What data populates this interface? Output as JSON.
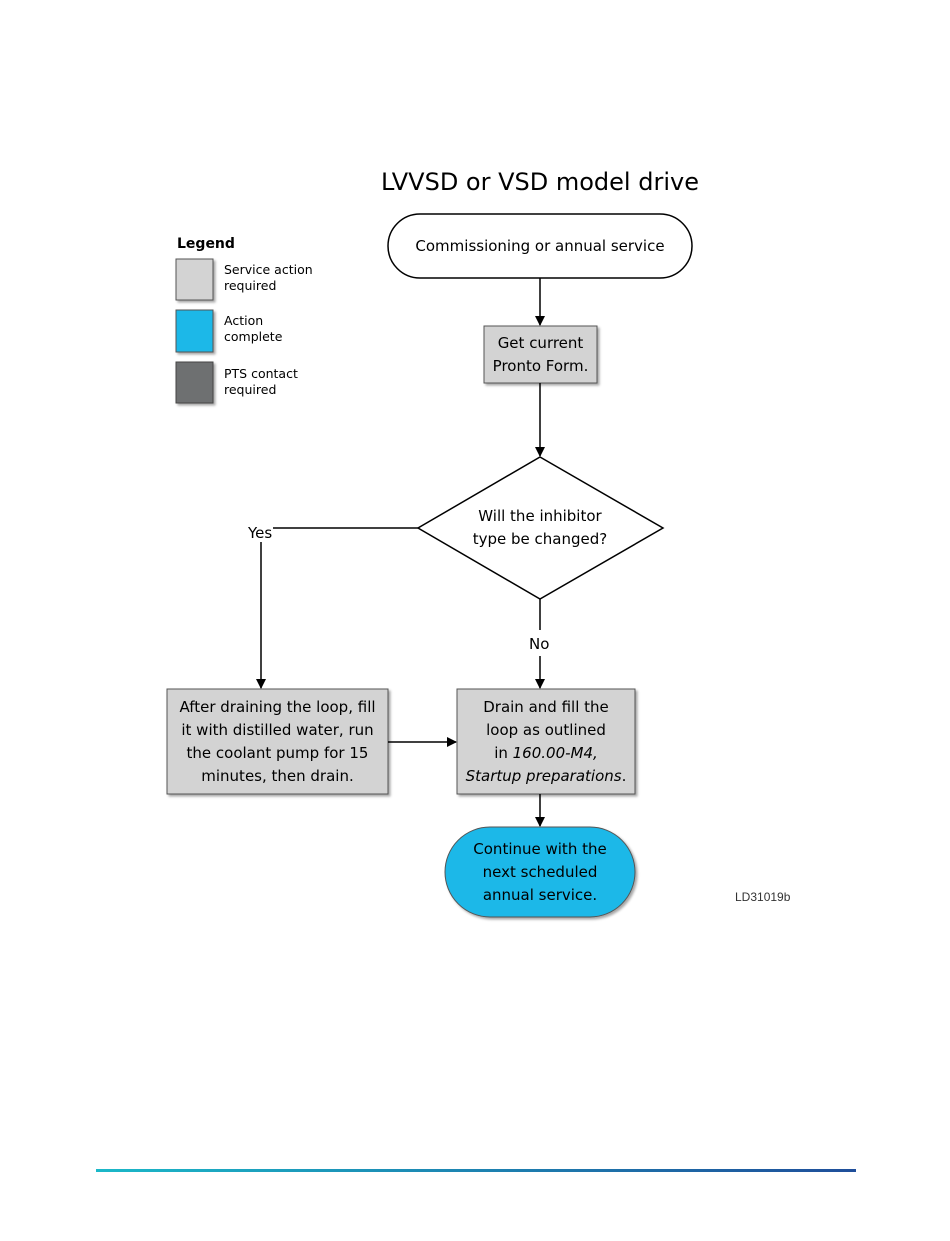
{
  "title": "LVVSD or VSD model drive",
  "legend": {
    "title": "Legend",
    "items": [
      {
        "line1": "Service action",
        "line2": "required",
        "color": "#d3d3d3"
      },
      {
        "line1": "Action",
        "line2": "complete",
        "color": "#1bb8e8"
      },
      {
        "line1": "PTS contact",
        "line2": "required",
        "color": "#6e6f71"
      }
    ]
  },
  "flow": {
    "start": "Commissioning or annual service",
    "get_form": {
      "line1": "Get current",
      "line2": "Pronto Form."
    },
    "decision": {
      "line1": "Will the inhibitor",
      "line2": "type be changed?"
    },
    "yes_label": "Yes",
    "no_label": "No",
    "flush": {
      "line1": "After draining the loop, fill",
      "line2": "it with distilled water, run",
      "line3": "the coolant pump for 15",
      "line4": "minutes, then drain."
    },
    "drain_fill": {
      "line1": "Drain and fill the",
      "line2": "loop as outlined",
      "line3_prefix": "in ",
      "line3_italic": "160.00-M4,",
      "line4_italic": "Startup preparations",
      "line4_suffix": "."
    },
    "end": {
      "line1": "Continue with the",
      "line2": "next scheduled",
      "line3": "annual service."
    }
  },
  "figure_code": "LD31019b",
  "colors": {
    "service": "#d3d3d3",
    "complete": "#1bb8e8",
    "footer_start": "#1bb8c8",
    "footer_end": "#1f4e9a"
  }
}
